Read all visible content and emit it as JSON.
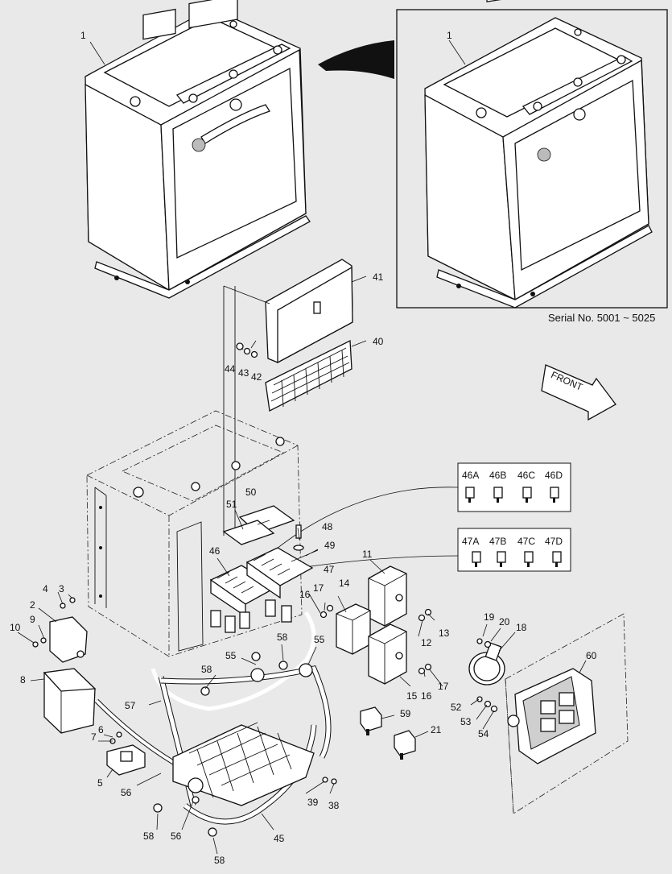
{
  "serial_note": "Serial No.  5001 ~ 5025",
  "front_label": "FRONT",
  "part_labels": {
    "p1_main": "1",
    "p1_inset": "1",
    "p41": "41",
    "p40": "40",
    "p44": "44",
    "p43": "43",
    "p42": "42",
    "p46A": "46A",
    "p46B": "46B",
    "p46C": "46C",
    "p46D": "46D",
    "p47A": "47A",
    "p47B": "47B",
    "p47C": "47C",
    "p47D": "47D",
    "p50": "50",
    "p51": "51",
    "p48": "48",
    "p49": "49",
    "p46": "46",
    "p47": "47",
    "p11": "11",
    "p14": "14",
    "p17a": "17",
    "p16a": "16",
    "p13": "13",
    "p12": "12",
    "p15": "15",
    "p16b": "16",
    "p17b": "17",
    "p3": "3",
    "p4": "4",
    "p2": "2",
    "p9": "9",
    "p10": "10",
    "p8": "8",
    "p6": "6",
    "p7": "7",
    "p5": "5",
    "p58a": "58",
    "p58b": "58",
    "p58c": "58",
    "p58d": "58",
    "p55a": "55",
    "p55b": "55",
    "p57": "57",
    "p56a": "56",
    "p56b": "56",
    "p45": "45",
    "p59": "59",
    "p21": "21",
    "p39": "39",
    "p38": "38",
    "p19": "19",
    "p20": "20",
    "p18": "18",
    "p60": "60",
    "p52": "52",
    "p53": "53",
    "p54": "54"
  }
}
